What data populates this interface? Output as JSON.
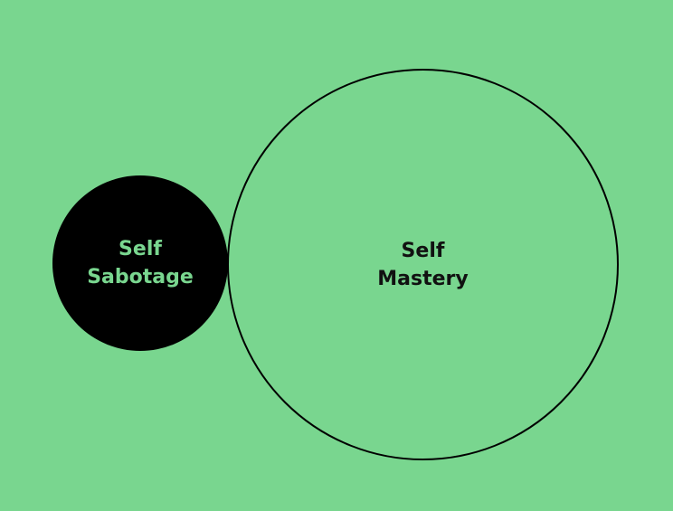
{
  "colors": {
    "background": "#79d68f",
    "small_circle_fill": "#000000",
    "small_circle_text": "#79d68f",
    "large_circle_stroke": "#000000",
    "large_circle_text": "#111111"
  },
  "nodes": {
    "small": {
      "line1": "Self",
      "line2": "Sabotage"
    },
    "large": {
      "line1": "Self",
      "line2": "Mastery"
    }
  }
}
